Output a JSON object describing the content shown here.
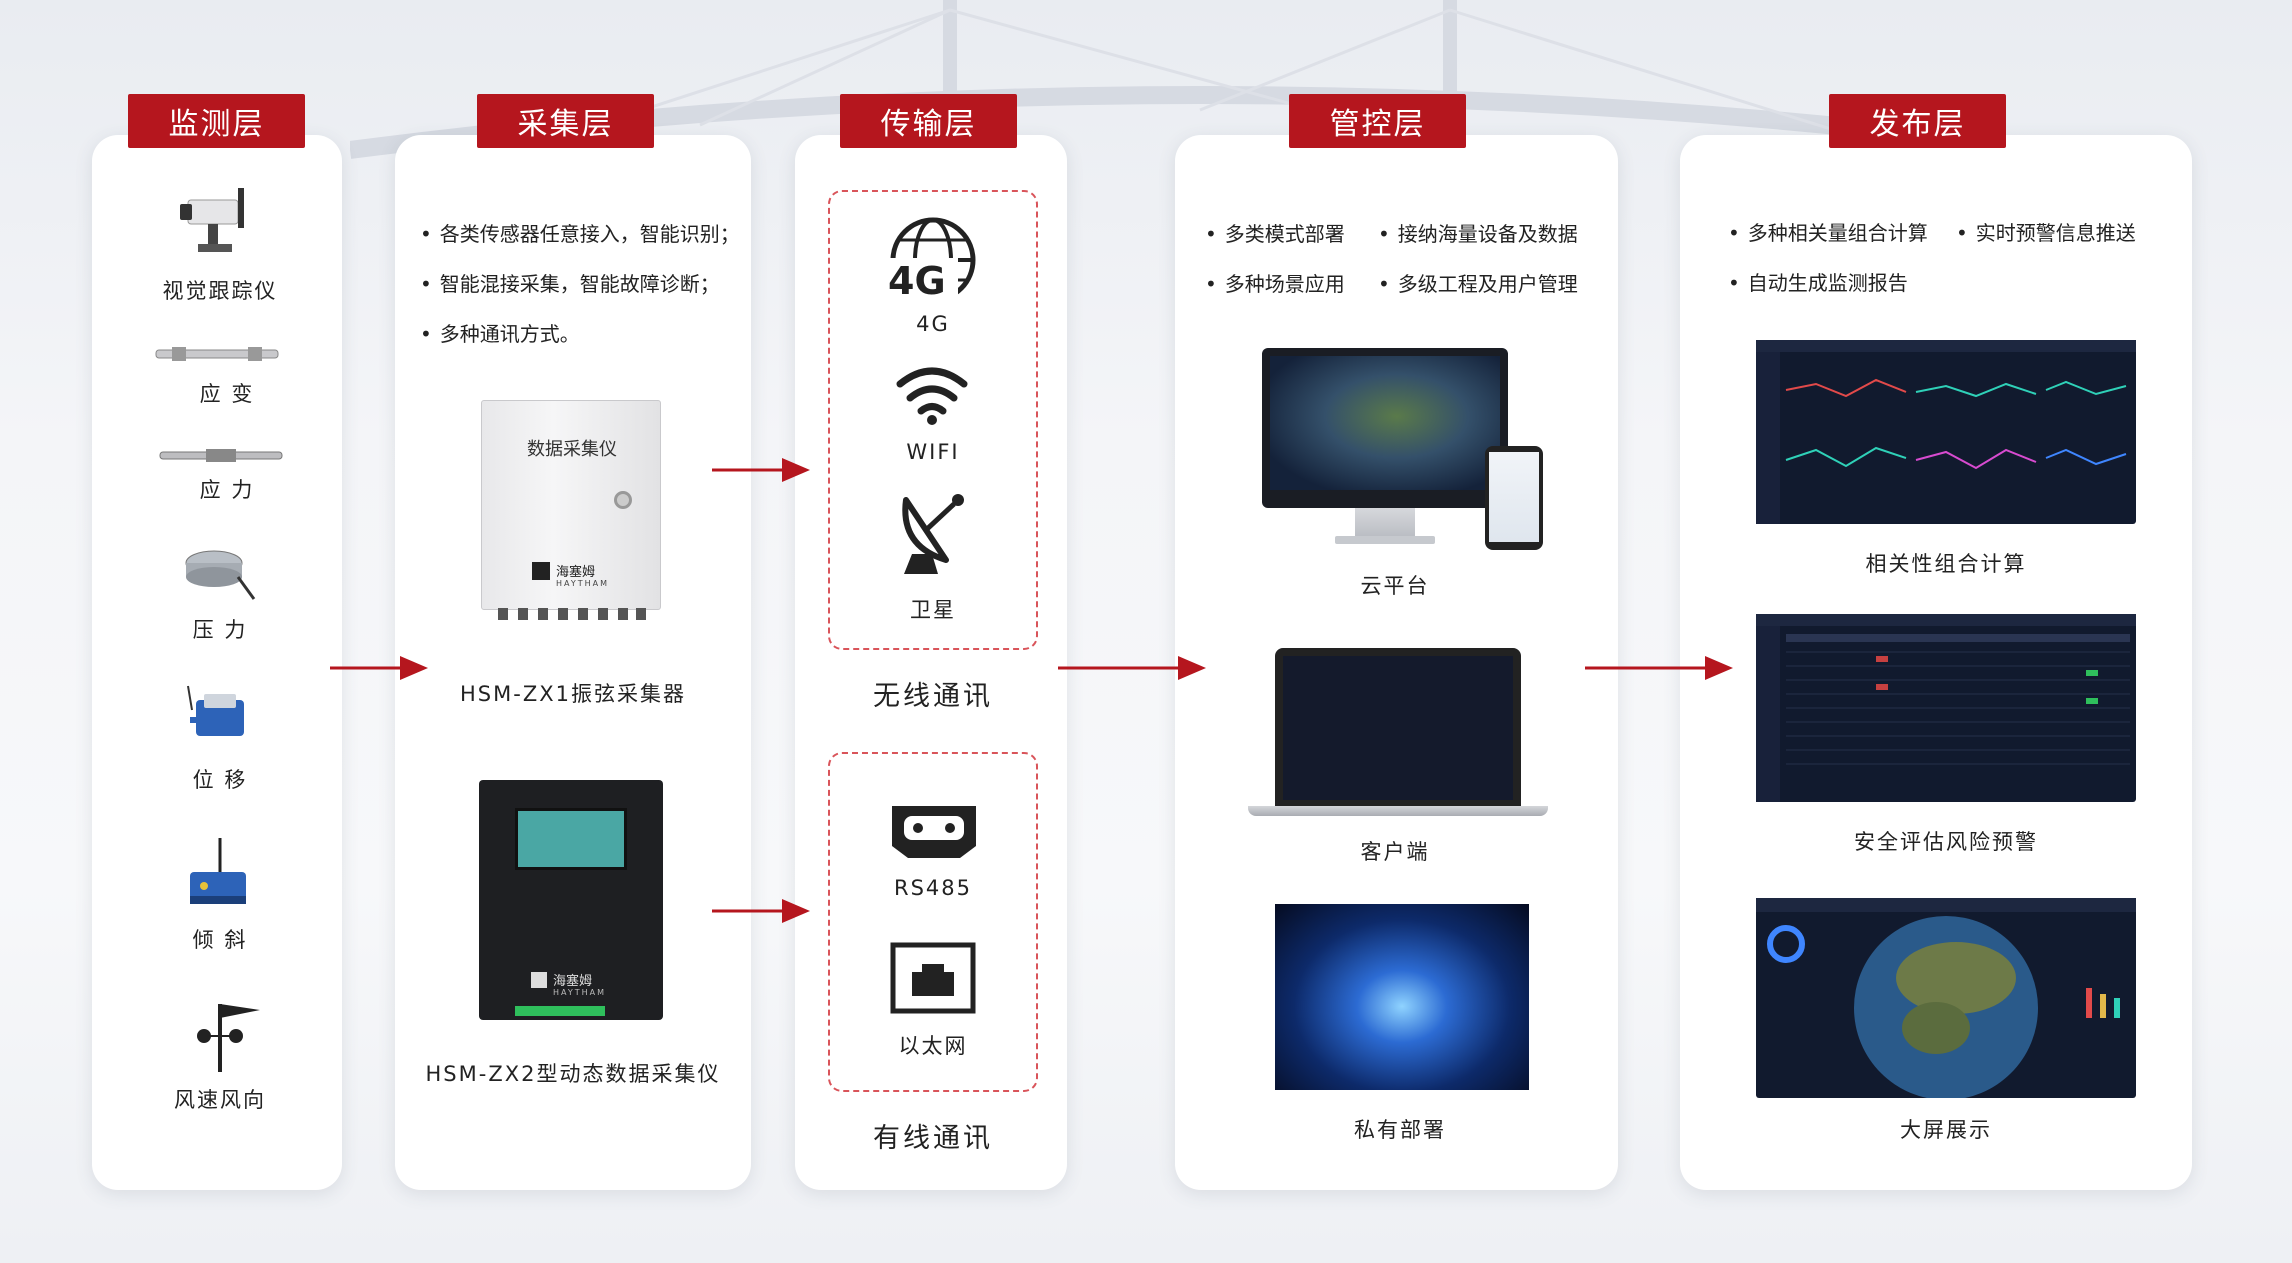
{
  "layers": {
    "monitor": "监测层",
    "collect": "采集层",
    "transmit": "传输层",
    "control": "管控层",
    "publish": "发布层"
  },
  "monitor_items": [
    "视觉跟踪仪",
    "应 变",
    "应 力",
    "压 力",
    "位 移",
    "倾 斜",
    "风速风向"
  ],
  "collect": {
    "features": [
      "各类传感器任意接入，智能识别；",
      "智能混接采集，智能故障诊断；",
      "多种通讯方式。"
    ],
    "device1_panel_title": "数据采集仪",
    "device1_name": "HSM-ZX1振弦采集器",
    "device2_name": "HSM-ZX2型动态数据采集仪",
    "brand_cn": "海塞姆",
    "brand_en": "HAYTHAM"
  },
  "transmit": {
    "wireless": [
      "4G",
      "WIFI",
      "卫星"
    ],
    "wireless_title": "无线通讯",
    "wired": [
      "RS485",
      "以太网"
    ],
    "wired_title": "有线通讯",
    "icon_4g_text": "4G"
  },
  "control": {
    "features": [
      "多类模式部署",
      "接纳海量设备及数据",
      "多种场景应用",
      "多级工程及用户管理"
    ],
    "items": [
      "云平台",
      "客户端",
      "私有部署"
    ]
  },
  "publish": {
    "features": [
      "多种相关量组合计算",
      "实时预警信息推送",
      "自动生成监测报告"
    ],
    "items": [
      "相关性组合计算",
      "安全评估风险预警",
      "大屏展示"
    ]
  },
  "colors": {
    "accent": "#b5161e",
    "arrow": "#b5161e"
  }
}
